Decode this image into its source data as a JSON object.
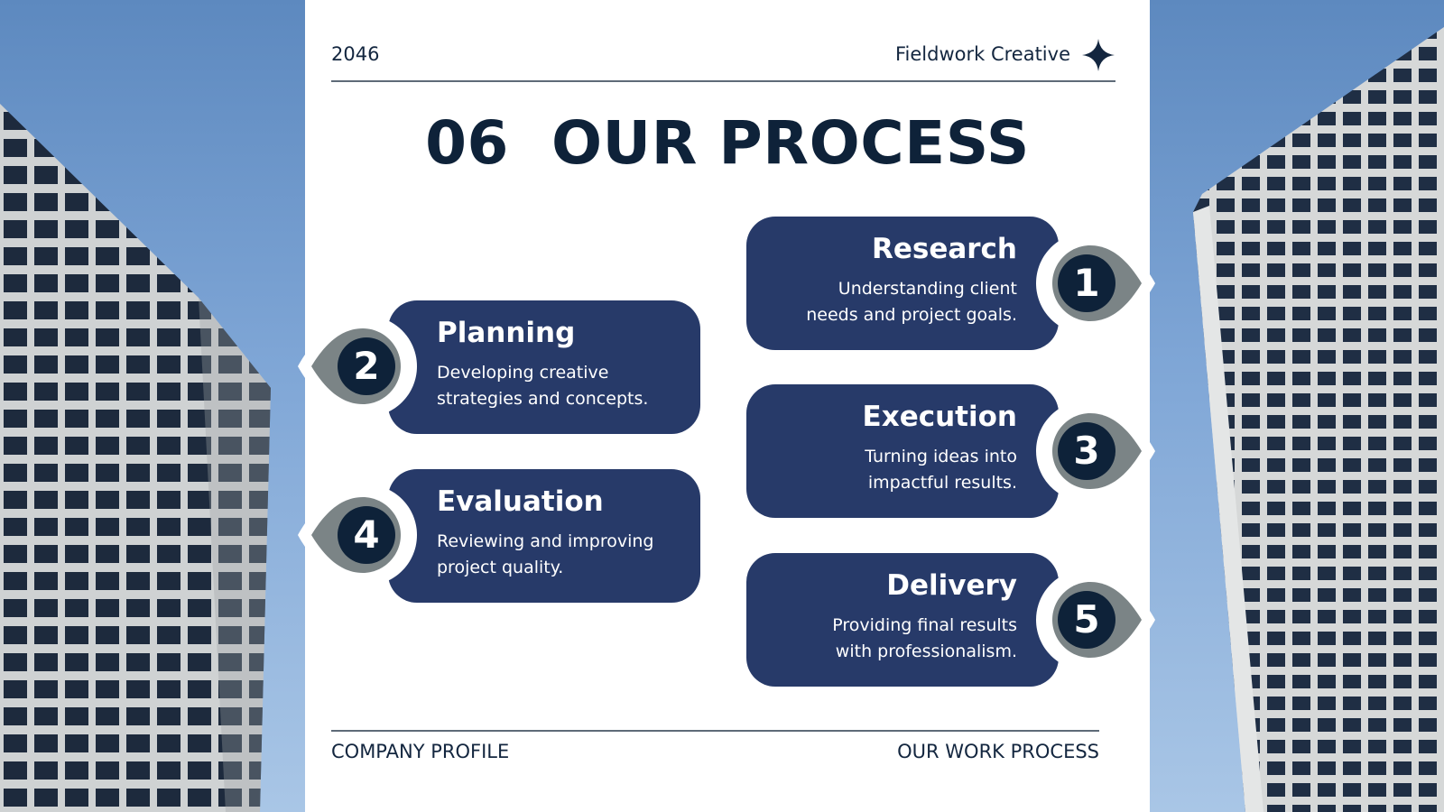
{
  "header": {
    "year": "2046",
    "brand": "Fieldwork Creative",
    "brand_icon": "four-point-star-icon"
  },
  "title": {
    "number": "06",
    "text": "OUR PROCESS"
  },
  "steps": [
    {
      "number": "1",
      "title": "Research",
      "desc_line1": "Understanding client",
      "desc_line2": "needs and project goals."
    },
    {
      "number": "2",
      "title": "Planning",
      "desc_line1": "Developing creative",
      "desc_line2": "strategies and concepts."
    },
    {
      "number": "3",
      "title": "Execution",
      "desc_line1": "Turning ideas into",
      "desc_line2": "impactful results."
    },
    {
      "number": "4",
      "title": "Evaluation",
      "desc_line1": "Reviewing and improving",
      "desc_line2": "project quality."
    },
    {
      "number": "5",
      "title": "Delivery",
      "desc_line1": "Providing final results",
      "desc_line2": "with professionalism."
    }
  ],
  "footer": {
    "left": "COMPANY PROFILE",
    "right": "OUR WORK PROCESS"
  },
  "colors": {
    "card": "#273a69",
    "marker_grey": "#7b8486",
    "marker_circle": "#0e2239",
    "text_dark": "#0e2239"
  }
}
